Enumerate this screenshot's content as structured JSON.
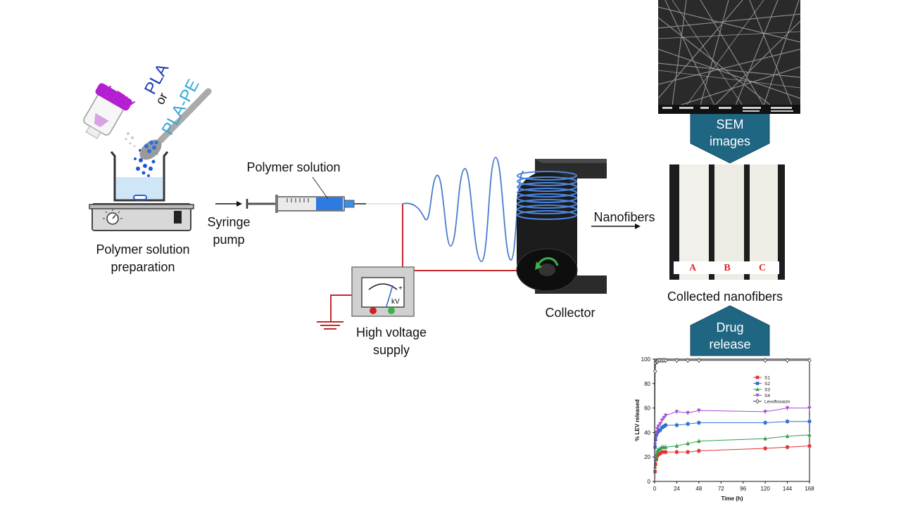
{
  "labels": {
    "prep": [
      "Polymer solution",
      "preparation"
    ],
    "syringe_pump": [
      "Syringe",
      "pump"
    ],
    "polymer_solution": "Polymer solution",
    "hv_supply": [
      "High voltage",
      "supply"
    ],
    "collector": "Collector",
    "nanofibers": "Nanofibers",
    "collected": "Collected nanofibers",
    "sem_images": [
      "SEM",
      "images"
    ],
    "drug_release": [
      "Drug",
      "release"
    ],
    "meter_unit": "kV"
  },
  "ingredients": {
    "lev": "LEV",
    "pla": "PLA",
    "or": "or",
    "pla_pe": "PLA-PE"
  },
  "samples": [
    "A",
    "B",
    "C"
  ],
  "colors": {
    "chevron": "#1f6682",
    "lev": "#c020d0",
    "pla": "#1c3fb8",
    "pla_pe": "#33a9d8",
    "fiber": "#4a7bd0",
    "wire": "#c0282d",
    "pump_blue": "#2f7ae0"
  },
  "chart_data": {
    "type": "line",
    "xlabel": "Time (h)",
    "ylabel": "% LEV released",
    "xlim": [
      0,
      168
    ],
    "ylim": [
      0,
      100
    ],
    "xticks": [
      0,
      24,
      48,
      72,
      96,
      120,
      144,
      168
    ],
    "yticks": [
      0,
      20,
      40,
      60,
      80,
      100
    ],
    "legend_position": "top-right",
    "series": [
      {
        "name": "S1",
        "color": "#e03434",
        "marker": "square",
        "points": [
          [
            0,
            0
          ],
          [
            0.5,
            8
          ],
          [
            1,
            14
          ],
          [
            2,
            18
          ],
          [
            3,
            21
          ],
          [
            4,
            22
          ],
          [
            6,
            23
          ],
          [
            8,
            24
          ],
          [
            10,
            24
          ],
          [
            12,
            24
          ],
          [
            24,
            24
          ],
          [
            36,
            24
          ],
          [
            48,
            25
          ],
          [
            120,
            27
          ],
          [
            144,
            28
          ],
          [
            168,
            29
          ]
        ]
      },
      {
        "name": "S2",
        "color": "#2f6fd0",
        "marker": "square",
        "points": [
          [
            0,
            0
          ],
          [
            0.5,
            28
          ],
          [
            1,
            34
          ],
          [
            2,
            38
          ],
          [
            3,
            40
          ],
          [
            4,
            41
          ],
          [
            6,
            42
          ],
          [
            8,
            44
          ],
          [
            10,
            45
          ],
          [
            12,
            46
          ],
          [
            24,
            46
          ],
          [
            36,
            47
          ],
          [
            48,
            48
          ],
          [
            120,
            48
          ],
          [
            144,
            49
          ],
          [
            168,
            49
          ]
        ]
      },
      {
        "name": "S3",
        "color": "#2aa04a",
        "marker": "triangle-up",
        "points": [
          [
            0,
            0
          ],
          [
            0.5,
            12
          ],
          [
            1,
            18
          ],
          [
            2,
            22
          ],
          [
            3,
            25
          ],
          [
            4,
            26
          ],
          [
            6,
            27
          ],
          [
            8,
            28
          ],
          [
            10,
            28
          ],
          [
            12,
            28
          ],
          [
            24,
            29
          ],
          [
            36,
            31
          ],
          [
            48,
            33
          ],
          [
            120,
            35
          ],
          [
            144,
            37
          ],
          [
            168,
            38
          ]
        ]
      },
      {
        "name": "S4",
        "color": "#a24fd0",
        "marker": "triangle-down",
        "points": [
          [
            0,
            0
          ],
          [
            0.5,
            30
          ],
          [
            1,
            35
          ],
          [
            2,
            40
          ],
          [
            3,
            43
          ],
          [
            4,
            45
          ],
          [
            6,
            47
          ],
          [
            8,
            50
          ],
          [
            10,
            52
          ],
          [
            12,
            54
          ],
          [
            24,
            57
          ],
          [
            36,
            56
          ],
          [
            48,
            58
          ],
          [
            120,
            57
          ],
          [
            144,
            60
          ],
          [
            168,
            60
          ]
        ]
      },
      {
        "name": "Levofloxacin",
        "color": "#333333",
        "marker": "diamond",
        "points": [
          [
            0,
            0
          ],
          [
            0.5,
            90
          ],
          [
            1,
            97
          ],
          [
            2,
            98
          ],
          [
            3,
            98
          ],
          [
            4,
            99
          ],
          [
            6,
            99
          ],
          [
            8,
            99
          ],
          [
            10,
            99
          ],
          [
            12,
            99
          ],
          [
            24,
            99
          ],
          [
            36,
            99
          ],
          [
            48,
            99
          ],
          [
            120,
            99
          ],
          [
            144,
            99
          ],
          [
            168,
            99
          ]
        ]
      }
    ]
  }
}
